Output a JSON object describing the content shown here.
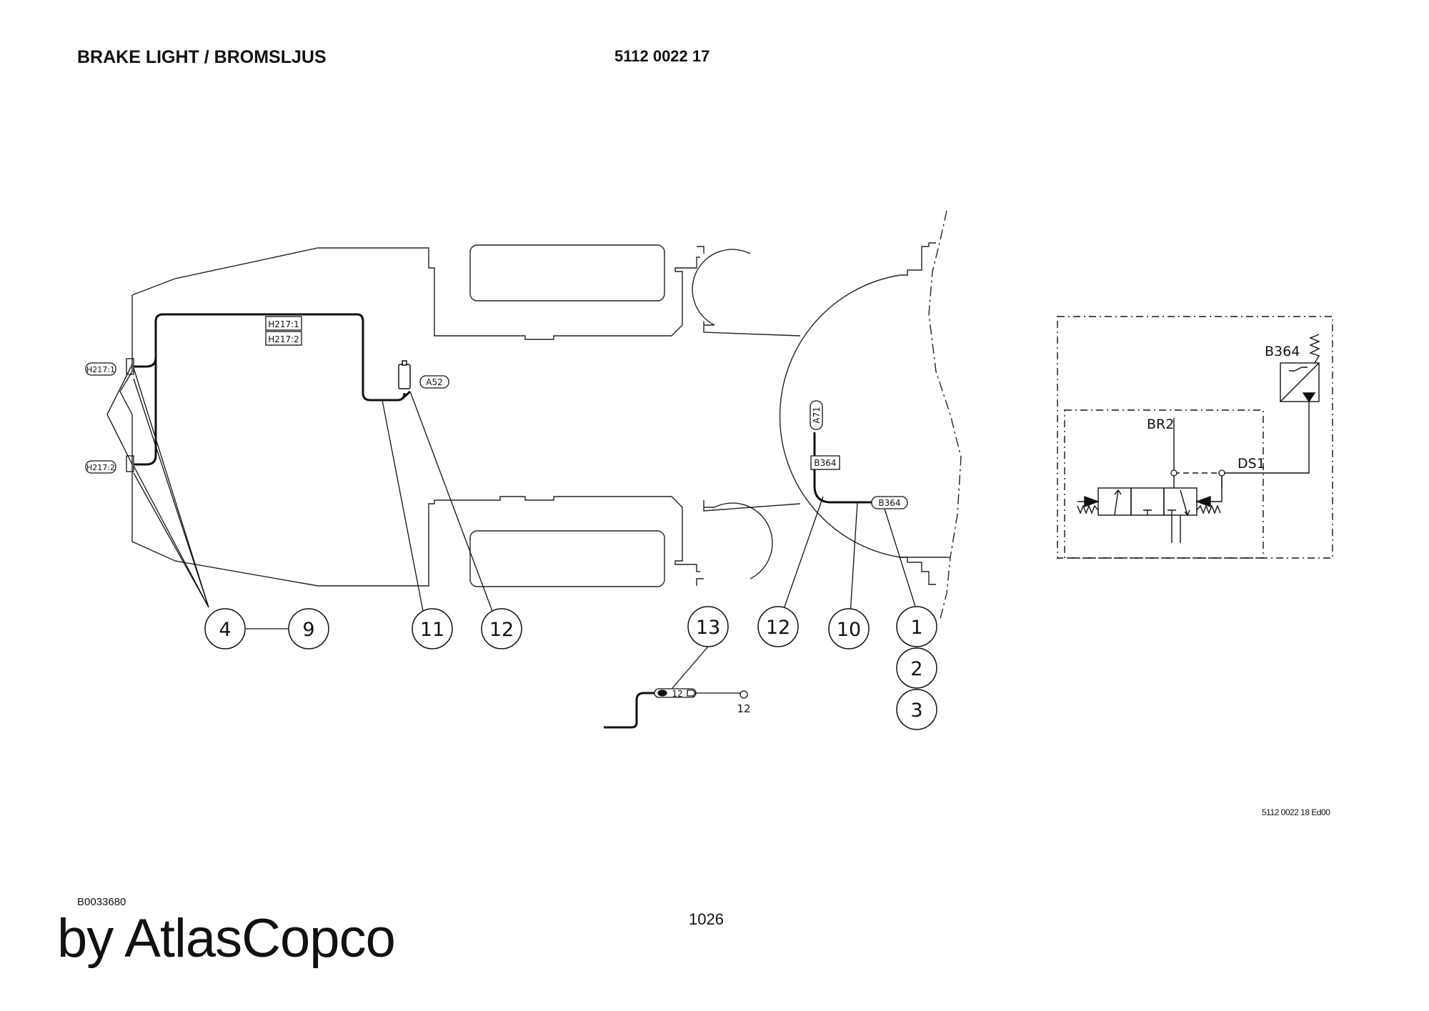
{
  "header": {
    "title": "BRAKE LIGHT / BROMSLJUS",
    "part_number": "5112 0022 17"
  },
  "diagram": {
    "connector_labels": {
      "h217_1_tag": "H217:1",
      "h217_2_tag": "H217:2",
      "h217_1_box": "H217:1",
      "h217_2_box": "H217:2",
      "a52": "A52",
      "a71": "A71",
      "b364_box": "B364",
      "b364_tag": "B364"
    },
    "callouts": {
      "c4": "4",
      "c9": "9",
      "c11": "11",
      "c12a": "12",
      "c13": "13",
      "c12b": "12",
      "c10": "10",
      "c1": "1",
      "c2": "2",
      "c3": "3"
    },
    "detail": {
      "ring_label": "12",
      "end_label": "12"
    },
    "schematic": {
      "b364": "B364",
      "br2": "BR2",
      "ds1": "DS1"
    },
    "drawing_ref": "5112 0022 18 Ed00"
  },
  "footer": {
    "doc_id": "B0033680",
    "page_number": "1026",
    "brand": "by AtlasCopco"
  }
}
